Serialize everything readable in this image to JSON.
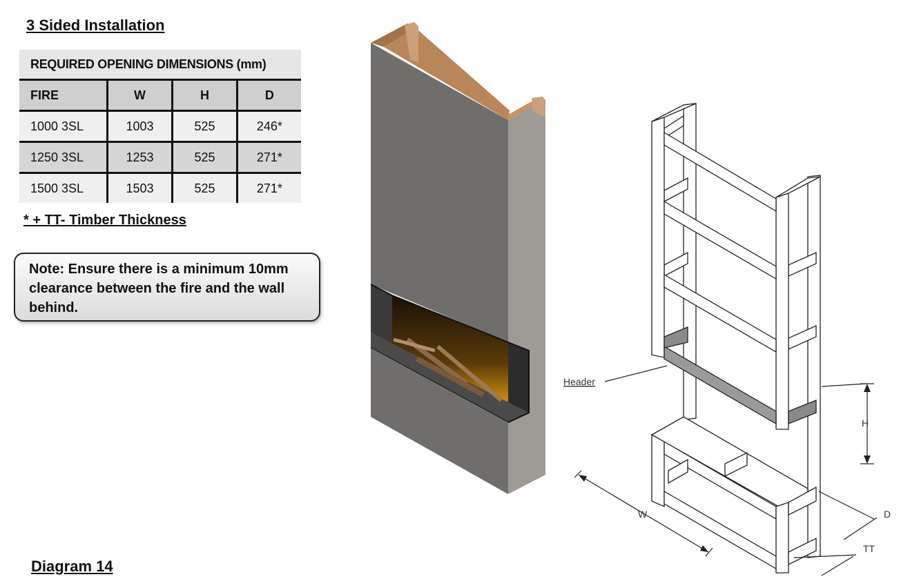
{
  "title": "3 Sided Installation",
  "table": {
    "caption": "REQUIRED OPENING DIMENSIONS (mm)",
    "headers": [
      "FIRE",
      "W",
      "H",
      "D"
    ],
    "rows": [
      [
        "1000 3SL",
        "1003",
        "525",
        "246*"
      ],
      [
        "1250 3SL",
        "1253",
        "525",
        "271*"
      ],
      [
        "1500 3SL",
        "1503",
        "525",
        "271*"
      ]
    ]
  },
  "footnote": "* + TT- Timber Thickness",
  "note": "Note: Ensure there is a minimum 10mm clearance between the fire and the wall behind.",
  "diagram_label": "Diagram 14",
  "frame_labels": {
    "header": "Header",
    "w": "W",
    "h": "H",
    "d": "D",
    "tt": "TT"
  }
}
